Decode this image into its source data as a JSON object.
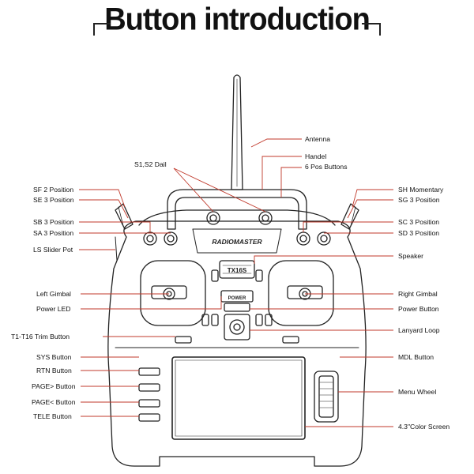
{
  "title": "Button introduction",
  "logo_text": "RADIOMASTER",
  "speaker_text": "TX16S",
  "power_text": "POWER",
  "labels": {
    "antenna": "Antenna",
    "handel": "Handel",
    "six_pos": "6 Pos Buttons",
    "s1s2": "S1,S2 Dail",
    "sf": "SF 2 Position",
    "se": "SE 3 Position",
    "sb": "SB 3 Position",
    "sa": "SA 3 Position",
    "ls": "LS Slider Pot",
    "sh": "SH Momentary",
    "sg": "SG 3 Position",
    "sc": "SC 3 Position",
    "sd": "SD 3 Position",
    "speaker": "Speaker",
    "left_gimbal": "Left Gimbal",
    "right_gimbal": "Right Gimbal",
    "power_led": "Power LED",
    "power_button": "Power Button",
    "trim": "T1-T16 Trim Button",
    "lanyard": "Lanyard Loop",
    "sys": "SYS Button",
    "mdl": "MDL Button",
    "rtn": "RTN Button",
    "page_next": "PAGE> Button",
    "page_prev": "PAGE< Button",
    "menu_wheel": "Menu Wheel",
    "tele": "TELE Button",
    "screen": "4.3\"Color Screen"
  },
  "colors": {
    "leader": "#c0392b",
    "outline": "#222222"
  }
}
